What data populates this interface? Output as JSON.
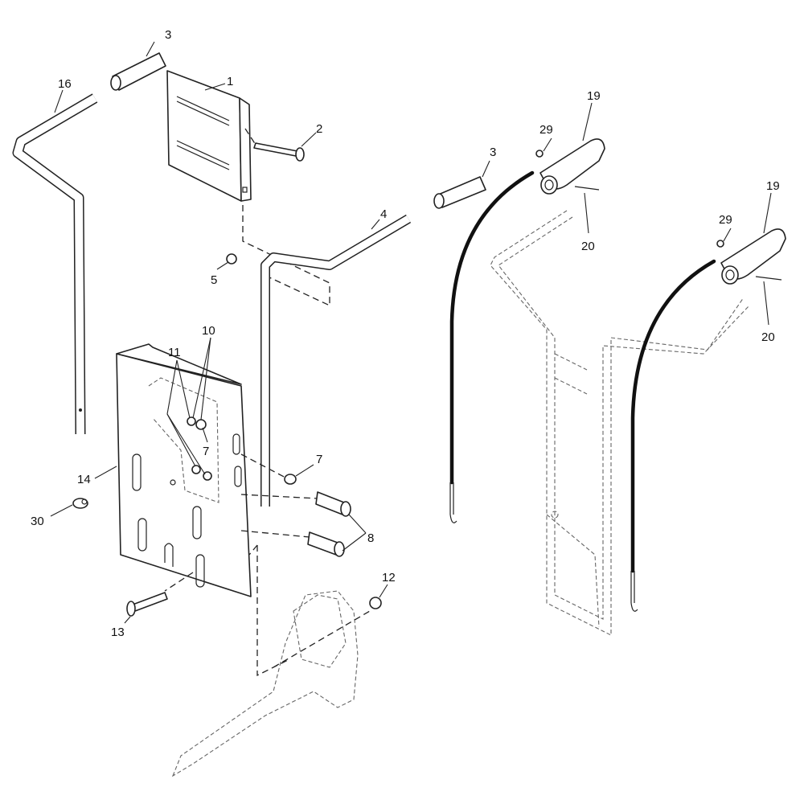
{
  "diagram": {
    "callouts": {
      "pin_top_left": "3",
      "bracket_plate": "1",
      "upper_handle": "16",
      "carriage_bolt": "2",
      "grip_upper": "19",
      "clip_upper": "29",
      "pin_top_right": "3",
      "cotter_upper": "20",
      "lower_handle": "4",
      "nut": "5",
      "grip_lower": "19",
      "clip_lower": "29",
      "cotter_lower": "20",
      "washers_10": "10",
      "nuts_11": "11",
      "washer_inner": "7",
      "washer_outer": "7",
      "mount_plate": "14",
      "bolts": "8",
      "clamp": "30",
      "lock_nut": "12",
      "bolt_13": "13"
    }
  }
}
